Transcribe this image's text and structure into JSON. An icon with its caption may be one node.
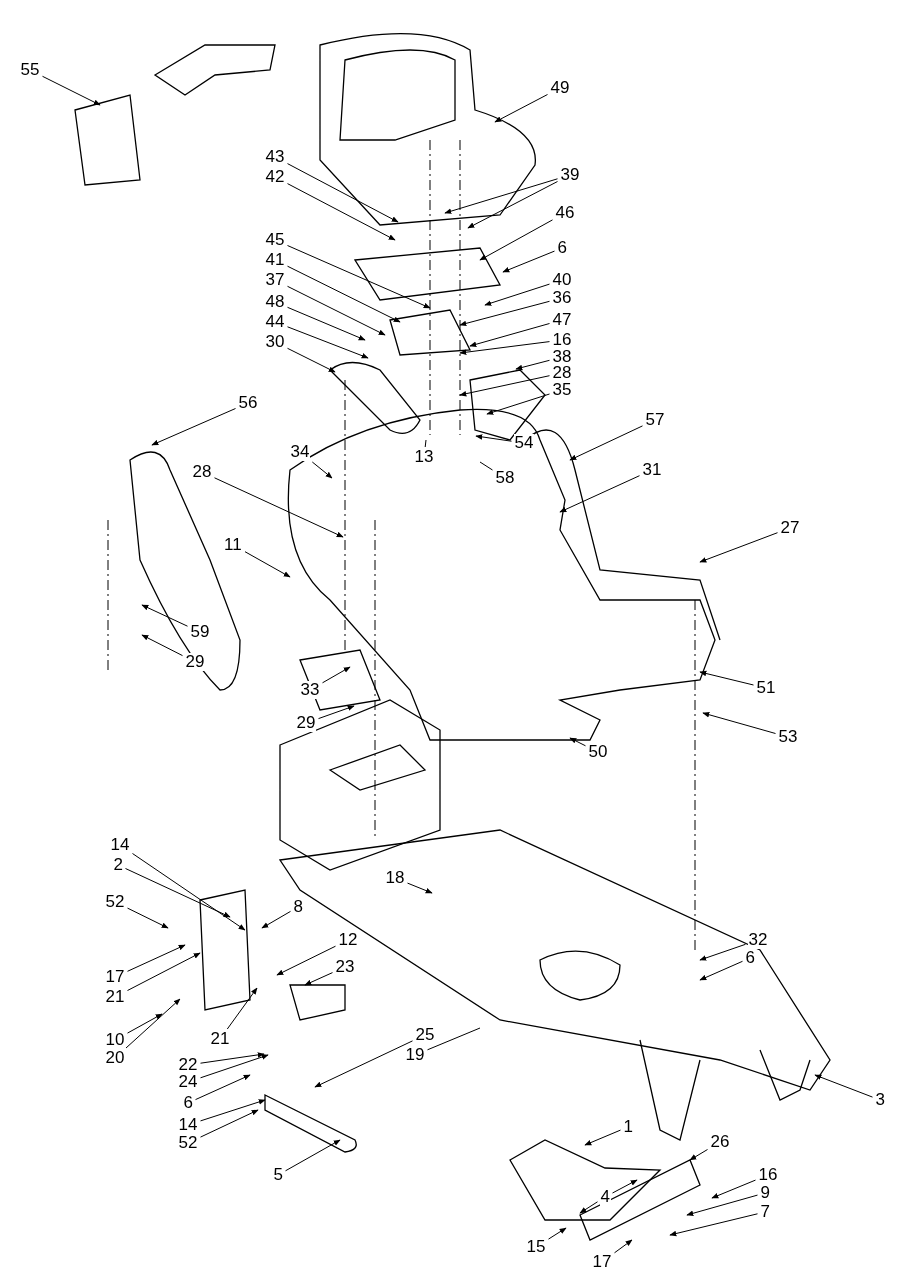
{
  "diagram": {
    "nodes": [
      {
        "text": [
          "55"
        ]
      },
      {
        "text": [
          "49"
        ]
      },
      {
        "text": [
          "43"
        ]
      },
      {
        "text": [
          "42"
        ]
      },
      {
        "text": [
          "39"
        ]
      },
      {
        "text": [
          "46"
        ]
      },
      {
        "text": [
          "6"
        ]
      },
      {
        "text": [
          "45"
        ]
      },
      {
        "text": [
          "41"
        ]
      },
      {
        "text": [
          "40"
        ]
      },
      {
        "text": [
          "37"
        ]
      },
      {
        "text": [
          "36"
        ]
      },
      {
        "text": [
          "48"
        ]
      },
      {
        "text": [
          "47"
        ]
      },
      {
        "text": [
          "44"
        ]
      },
      {
        "text": [
          "16"
        ]
      },
      {
        "text": [
          "30"
        ]
      },
      {
        "text": [
          "38"
        ]
      },
      {
        "text": [
          "28"
        ]
      },
      {
        "text": [
          "35"
        ]
      },
      {
        "text": [
          "56"
        ]
      },
      {
        "text": [
          "57"
        ]
      },
      {
        "text": [
          "54"
        ]
      },
      {
        "text": [
          "34"
        ]
      },
      {
        "text": [
          "13"
        ]
      },
      {
        "text": [
          "58"
        ]
      },
      {
        "text": [
          "31"
        ]
      },
      {
        "text": [
          "28"
        ]
      },
      {
        "text": [
          "27"
        ]
      },
      {
        "text": [
          "11"
        ]
      },
      {
        "text": [
          "59"
        ]
      },
      {
        "text": [
          "29"
        ]
      },
      {
        "text": [
          "51"
        ]
      },
      {
        "text": [
          "33"
        ]
      },
      {
        "text": [
          "29"
        ]
      },
      {
        "text": [
          "53"
        ]
      },
      {
        "text": [
          "50"
        ]
      },
      {
        "text": [
          "14"
        ]
      },
      {
        "text": [
          "2"
        ]
      },
      {
        "text": [
          "18"
        ]
      },
      {
        "text": [
          "52"
        ]
      },
      {
        "text": [
          "8"
        ]
      },
      {
        "text": [
          "32"
        ]
      },
      {
        "text": [
          "12"
        ]
      },
      {
        "text": [
          "6"
        ]
      },
      {
        "text": [
          "23"
        ]
      },
      {
        "text": [
          "17"
        ]
      },
      {
        "text": [
          "21"
        ]
      },
      {
        "text": [
          "10"
        ]
      },
      {
        "text": [
          "25"
        ]
      },
      {
        "text": [
          "21"
        ]
      },
      {
        "text": [
          "20"
        ]
      },
      {
        "text": [
          "19"
        ]
      },
      {
        "text": [
          "22"
        ]
      },
      {
        "text": [
          "24"
        ]
      },
      {
        "text": [
          "3"
        ]
      },
      {
        "text": [
          "6"
        ]
      },
      {
        "text": [
          "14"
        ]
      },
      {
        "text": [
          "1"
        ]
      },
      {
        "text": [
          "26"
        ]
      },
      {
        "text": [
          "52"
        ]
      },
      {
        "text": [
          "16"
        ]
      },
      {
        "text": [
          "5"
        ]
      },
      {
        "text": [
          "9"
        ]
      },
      {
        "text": [
          "4"
        ]
      },
      {
        "text": [
          "7"
        ]
      },
      {
        "text": [
          "15"
        ]
      },
      {
        "text": [
          "17"
        ]
      }
    ],
    "edges": [
      {
        "from": 0,
        "to": null,
        "arrow": "to"
      },
      {
        "from": 1,
        "to": null,
        "arrow": "to"
      },
      {
        "from": 2,
        "to": null,
        "arrow": "to"
      },
      {
        "from": 3,
        "to": null,
        "arrow": "to"
      },
      {
        "from": 4,
        "to": null,
        "arrow": "to"
      },
      {
        "from": 4,
        "to": null,
        "arrow": "to"
      },
      {
        "from": 5,
        "to": null,
        "arrow": "to"
      },
      {
        "from": 6,
        "to": null,
        "arrow": "to"
      },
      {
        "from": 7,
        "to": null,
        "arrow": "to"
      },
      {
        "from": 8,
        "to": null,
        "arrow": "to"
      },
      {
        "from": 9,
        "to": null,
        "arrow": "to"
      },
      {
        "from": 10,
        "to": null,
        "arrow": "to"
      },
      {
        "from": 11,
        "to": null,
        "arrow": "to"
      },
      {
        "from": 12,
        "to": null,
        "arrow": "to"
      },
      {
        "from": 13,
        "to": null,
        "arrow": "to"
      },
      {
        "from": 14,
        "to": null,
        "arrow": "to"
      },
      {
        "from": 15,
        "to": null,
        "arrow": "to"
      },
      {
        "from": 16,
        "to": null,
        "arrow": "to"
      },
      {
        "from": 17,
        "to": null,
        "arrow": "to"
      },
      {
        "from": 18,
        "to": null,
        "arrow": "to"
      },
      {
        "from": 19,
        "to": null,
        "arrow": "to"
      },
      {
        "from": 20,
        "to": null,
        "arrow": "to"
      },
      {
        "from": 21,
        "to": null,
        "arrow": "to"
      },
      {
        "from": 22,
        "to": null,
        "arrow": "to"
      },
      {
        "from": 23,
        "to": null,
        "arrow": "to"
      },
      {
        "from": 24,
        "to": null,
        "arrow": "none"
      },
      {
        "from": 25,
        "to": null,
        "arrow": "none"
      },
      {
        "from": 26,
        "to": null,
        "arrow": "to"
      },
      {
        "from": 27,
        "to": null,
        "arrow": "to"
      },
      {
        "from": 28,
        "to": null,
        "arrow": "to"
      },
      {
        "from": 29,
        "to": null,
        "arrow": "to"
      },
      {
        "from": 30,
        "to": null,
        "arrow": "to"
      },
      {
        "from": 31,
        "to": null,
        "arrow": "to"
      },
      {
        "from": 32,
        "to": null,
        "arrow": "to"
      },
      {
        "from": 33,
        "to": null,
        "arrow": "to"
      },
      {
        "from": 34,
        "to": null,
        "arrow": "to"
      },
      {
        "from": 35,
        "to": null,
        "arrow": "to"
      },
      {
        "from": 36,
        "to": null,
        "arrow": "to"
      },
      {
        "from": 37,
        "to": null,
        "arrow": "to"
      },
      {
        "from": 38,
        "to": null,
        "arrow": "to"
      },
      {
        "from": 39,
        "to": null,
        "arrow": "to"
      },
      {
        "from": 40,
        "to": null,
        "arrow": "to"
      },
      {
        "from": 41,
        "to": null,
        "arrow": "to"
      },
      {
        "from": 42,
        "to": null,
        "arrow": "to"
      },
      {
        "from": 43,
        "to": null,
        "arrow": "to"
      },
      {
        "from": 44,
        "to": null,
        "arrow": "to"
      },
      {
        "from": 45,
        "to": null,
        "arrow": "to"
      },
      {
        "from": 46,
        "to": null,
        "arrow": "to"
      },
      {
        "from": 47,
        "to": null,
        "arrow": "to"
      },
      {
        "from": 48,
        "to": null,
        "arrow": "to"
      },
      {
        "from": 49,
        "to": null,
        "arrow": "to"
      },
      {
        "from": 50,
        "to": null,
        "arrow": "to"
      },
      {
        "from": 51,
        "to": null,
        "arrow": "to"
      },
      {
        "from": 52,
        "to": null,
        "arrow": "none"
      },
      {
        "from": 53,
        "to": null,
        "arrow": "to"
      },
      {
        "from": 54,
        "to": null,
        "arrow": "to"
      },
      {
        "from": 55,
        "to": null,
        "arrow": "to"
      },
      {
        "from": 56,
        "to": null,
        "arrow": "to"
      },
      {
        "from": 57,
        "to": null,
        "arrow": "to"
      },
      {
        "from": 58,
        "to": null,
        "arrow": "to"
      },
      {
        "from": 59,
        "to": null,
        "arrow": "to"
      },
      {
        "from": 60,
        "to": null,
        "arrow": "to"
      },
      {
        "from": 61,
        "to": null,
        "arrow": "to"
      },
      {
        "from": 62,
        "to": null,
        "arrow": "to"
      },
      {
        "from": 63,
        "to": null,
        "arrow": "to"
      },
      {
        "from": 64,
        "to": null,
        "arrow": "to"
      },
      {
        "from": 64,
        "to": null,
        "arrow": "to"
      },
      {
        "from": 65,
        "to": null,
        "arrow": "to"
      },
      {
        "from": 66,
        "to": null,
        "arrow": "to"
      },
      {
        "from": 67,
        "to": null,
        "arrow": "to"
      }
    ]
  }
}
